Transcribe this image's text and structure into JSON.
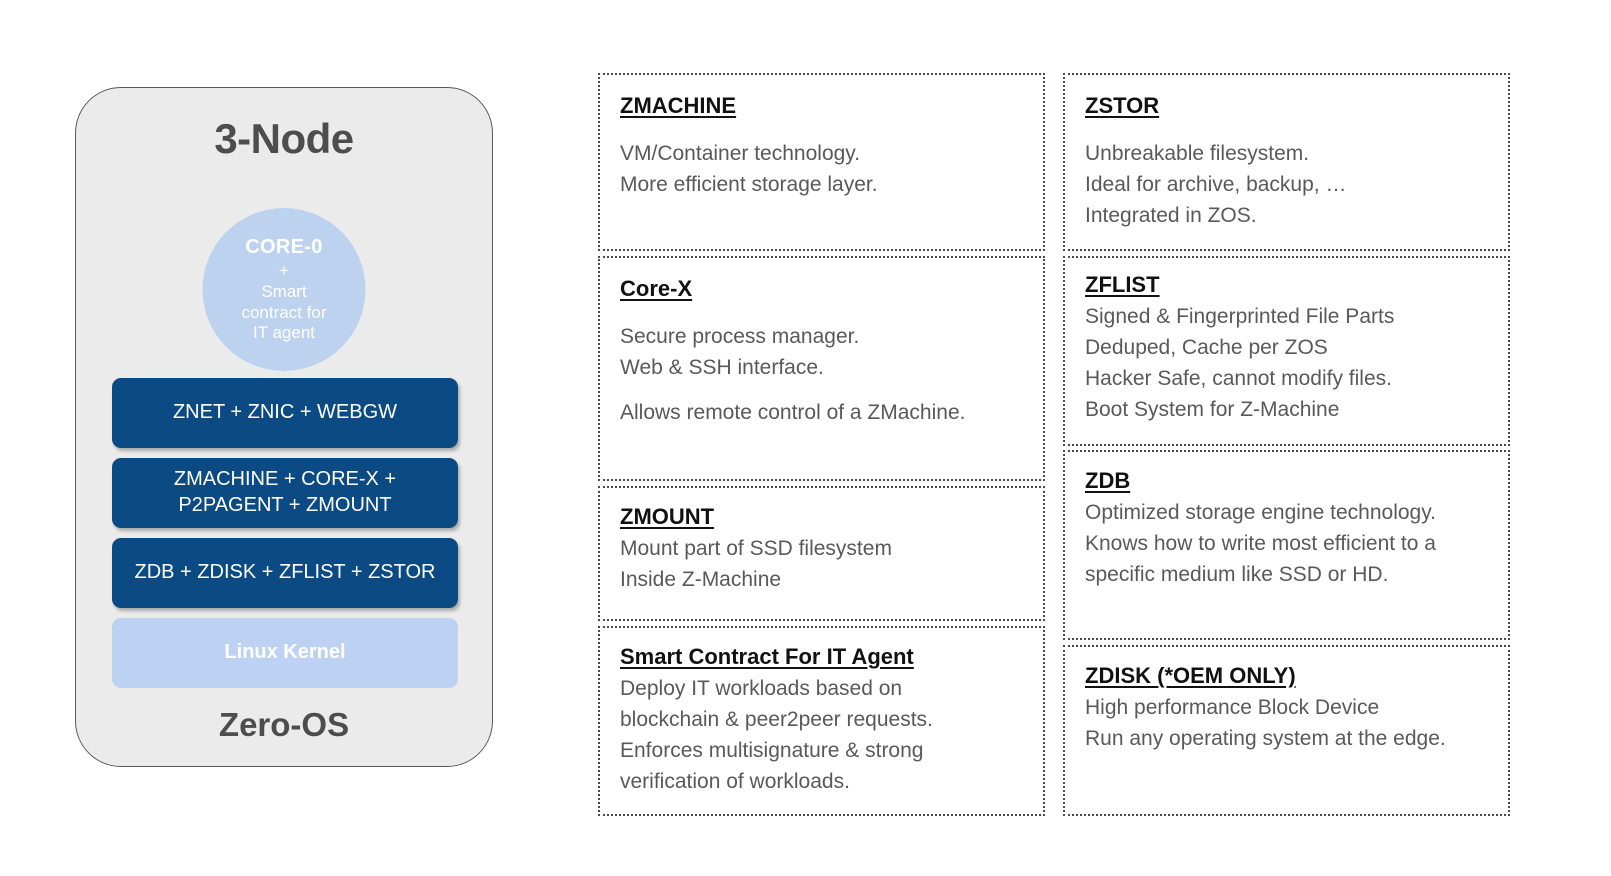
{
  "node_panel": {
    "title": "3-Node",
    "footer": "Zero-OS",
    "core": {
      "head": "CORE-0",
      "plus": "+",
      "sub_line1": "Smart",
      "sub_line2": "contract for",
      "sub_line3": "IT agent"
    },
    "layers": [
      {
        "label": "ZNET +  ZNIC + WEBGW"
      },
      {
        "label_line1": "ZMACHINE + CORE-X +",
        "label_line2": "P2PAGENT + ZMOUNT"
      },
      {
        "label": "ZDB + ZDISK + ZFLIST + ZSTOR"
      },
      {
        "label": "Linux Kernel"
      }
    ]
  },
  "middle_column": {
    "zmachine": {
      "title": "ZMACHINE",
      "line1": "VM/Container technology.",
      "line2": "More efficient  storage layer."
    },
    "corex": {
      "title": "Core-X",
      "line1": "Secure process manager.",
      "line2": "Web & SSH interface.",
      "line3": "Allows remote control of a ZMachine."
    },
    "zmount": {
      "title": "ZMOUNT",
      "line1": "Mount part of SSD filesystem",
      "line2": "Inside Z-Machine"
    },
    "smart_contract": {
      "title": "Smart Contract For IT Agent",
      "line1": "Deploy IT workloads based on",
      "line2": "blockchain & peer2peer requests.",
      "line3": "Enforces multisignature & strong",
      "line4": "verification of workloads."
    }
  },
  "right_column": {
    "zstor": {
      "title": "ZSTOR",
      "line1": "Unbreakable filesystem.",
      "line2": "Ideal for archive, backup, …",
      "line3": "Integrated in ZOS."
    },
    "zflist": {
      "title": "ZFLIST",
      "line1": "Signed & Fingerprinted File Parts",
      "line2": "Deduped, Cache per ZOS",
      "line3": "Hacker Safe, cannot modify files.",
      "line4": "Boot System for Z-Machine"
    },
    "zdb": {
      "title": "ZDB",
      "line1": "Optimized storage engine technology.",
      "line2": "Knows how to write most efficient to a",
      "line3": "specific medium like SSD or HD."
    },
    "zdisk": {
      "title": "ZDISK ",
      "title_suffix": "(*OEM ONLY)",
      "line1": "High performance Block Device",
      "line2": "Run any operating system at the edge."
    }
  },
  "colors": {
    "panel_background": "#ebebeb",
    "panel_border": "#595959",
    "layer_blue": "#0b4a83",
    "kernel_blue": "#bdd2f2",
    "core_circle_blue": "#bcd2ef",
    "title_gray": "#4d4d4d",
    "body_gray": "#595959",
    "card_border": "#4a4a4a"
  }
}
